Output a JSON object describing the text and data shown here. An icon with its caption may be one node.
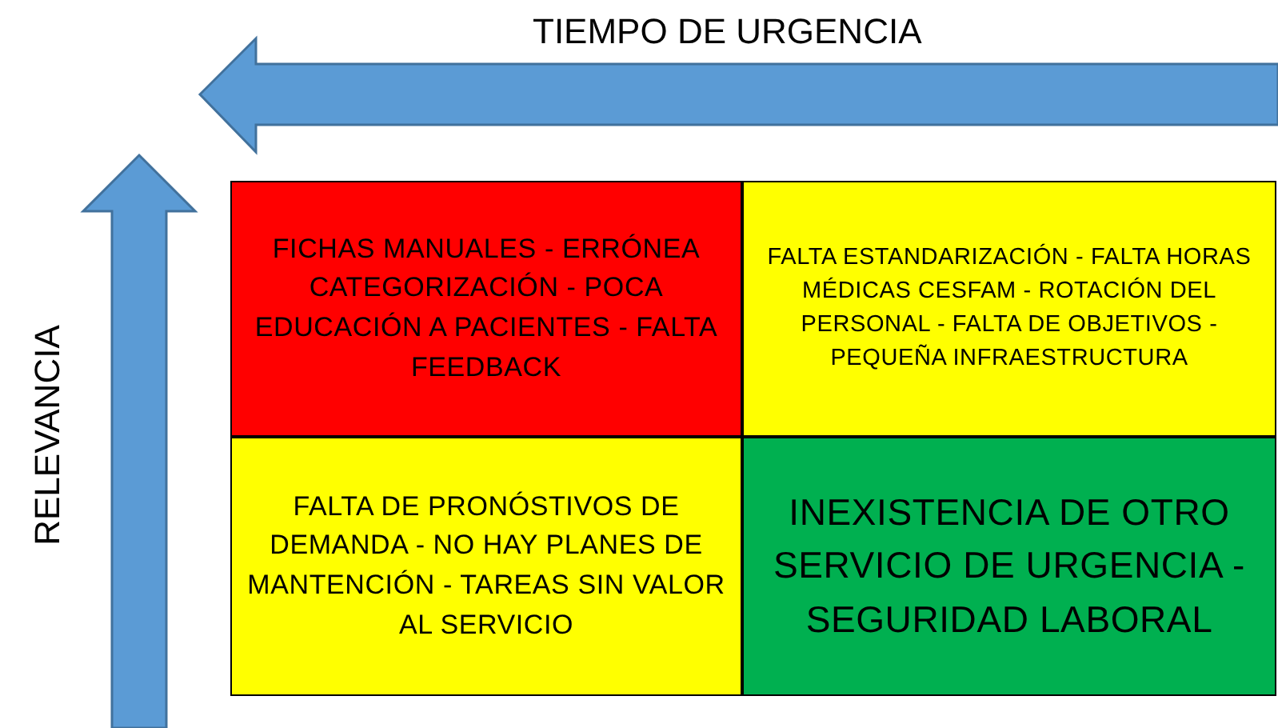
{
  "diagram": {
    "nodes": [
      {
        "text": [
          "FICHAS MANUALES - ERRÓNEA CATEGORIZACIÓN - POCA EDUCACIÓN A PACIENTES - FALTA FEEDBACK"
        ]
      },
      {
        "text": [
          "FALTA ESTANDARIZACIÓN - FALTA HORAS MÉDICAS CESFAM - ROTACIÓN DEL PERSONAL - FALTA DE OBJETIVOS - PEQUEÑA INFRAESTRUCTURA"
        ]
      },
      {
        "text": [
          "FALTA DE PRONÓSTIVOS DE DEMANDA - NO HAY PLANES DE MANTENCIÓN - TAREAS SIN VALOR AL SERVICIO"
        ]
      },
      {
        "text": [
          "INEXISTENCIA DE OTRO SERVICIO DE URGENCIA - SEGURIDAD LABORAL"
        ]
      }
    ],
    "labels": [
      "TIEMPO DE URGENCIA",
      "RELEVANCIA"
    ]
  }
}
